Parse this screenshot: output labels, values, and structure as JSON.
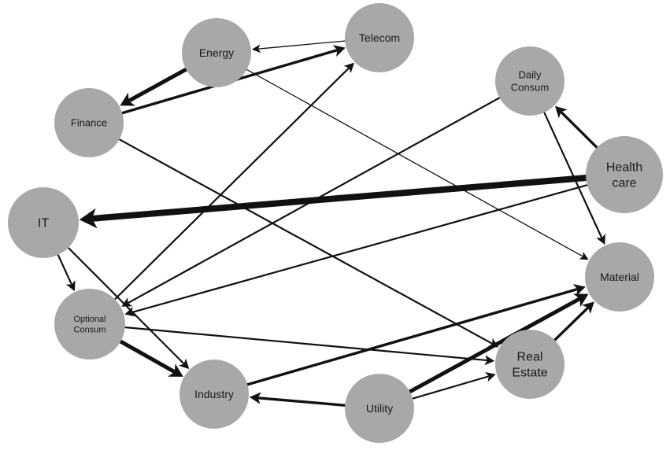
{
  "nodes": [
    {
      "id": "energy",
      "lines": [
        "Energy"
      ]
    },
    {
      "id": "telecom",
      "lines": [
        "Telecom"
      ]
    },
    {
      "id": "finance",
      "lines": [
        "Finance"
      ]
    },
    {
      "id": "daily",
      "lines": [
        "Daily",
        "Consum"
      ]
    },
    {
      "id": "health",
      "lines": [
        "Health",
        "care"
      ]
    },
    {
      "id": "it",
      "lines": [
        "IT"
      ]
    },
    {
      "id": "material",
      "lines": [
        "Material"
      ]
    },
    {
      "id": "optional",
      "lines": [
        "Optional",
        "Consum"
      ]
    },
    {
      "id": "realestate",
      "lines": [
        "Real",
        "Estate"
      ]
    },
    {
      "id": "industry",
      "lines": [
        "Industry"
      ]
    },
    {
      "id": "utility",
      "lines": [
        "Utility"
      ]
    }
  ],
  "edges": [
    {
      "from": "health",
      "to": "it",
      "weight": 5
    },
    {
      "from": "energy",
      "to": "finance",
      "weight": 4
    },
    {
      "from": "finance",
      "to": "telecom",
      "weight": 3
    },
    {
      "from": "telecom",
      "to": "energy",
      "weight": 1
    },
    {
      "from": "energy",
      "to": "material",
      "weight": 1
    },
    {
      "from": "finance",
      "to": "realestate",
      "weight": 2
    },
    {
      "from": "health",
      "to": "daily",
      "weight": 3
    },
    {
      "from": "daily",
      "to": "material",
      "weight": 2
    },
    {
      "from": "health",
      "to": "optional",
      "weight": 2
    },
    {
      "from": "daily",
      "to": "optional",
      "weight": 2
    },
    {
      "from": "optional",
      "to": "telecom",
      "weight": 2
    },
    {
      "from": "it",
      "to": "optional",
      "weight": 2
    },
    {
      "from": "it",
      "to": "industry",
      "weight": 2
    },
    {
      "from": "optional",
      "to": "industry",
      "weight": 4
    },
    {
      "from": "optional",
      "to": "realestate",
      "weight": 2
    },
    {
      "from": "industry",
      "to": "material",
      "weight": 3
    },
    {
      "from": "utility",
      "to": "industry",
      "weight": 3
    },
    {
      "from": "utility",
      "to": "material",
      "weight": 4
    },
    {
      "from": "utility",
      "to": "realestate",
      "weight": 2
    },
    {
      "from": "realestate",
      "to": "material",
      "weight": 3
    }
  ]
}
